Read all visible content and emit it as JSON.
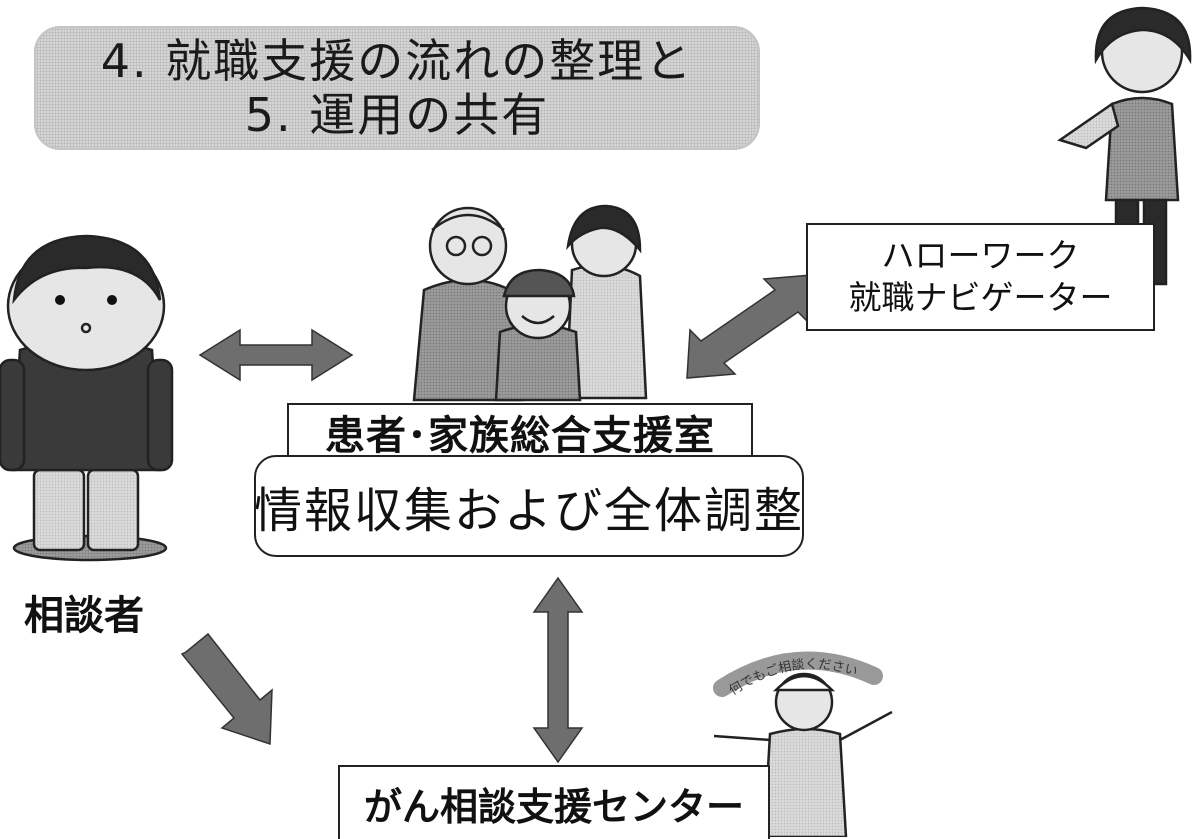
{
  "title": {
    "line1": "4. 就職支援の流れの整理と",
    "line2": "5. 運用の共有"
  },
  "hellowork": {
    "line1": "ハローワーク",
    "line2": "就職ナビゲーター"
  },
  "support_room": "患者･家族総合支援室",
  "coordination": "情報収集および全体調整",
  "consultant_label": "相談者",
  "cancer_center": "がん相談支援センター",
  "nurse_sign": "何でもご相談ください",
  "colors": {
    "arrow": "#6e6e6e",
    "title_bg": "#d4d4d4",
    "border": "#222222"
  }
}
